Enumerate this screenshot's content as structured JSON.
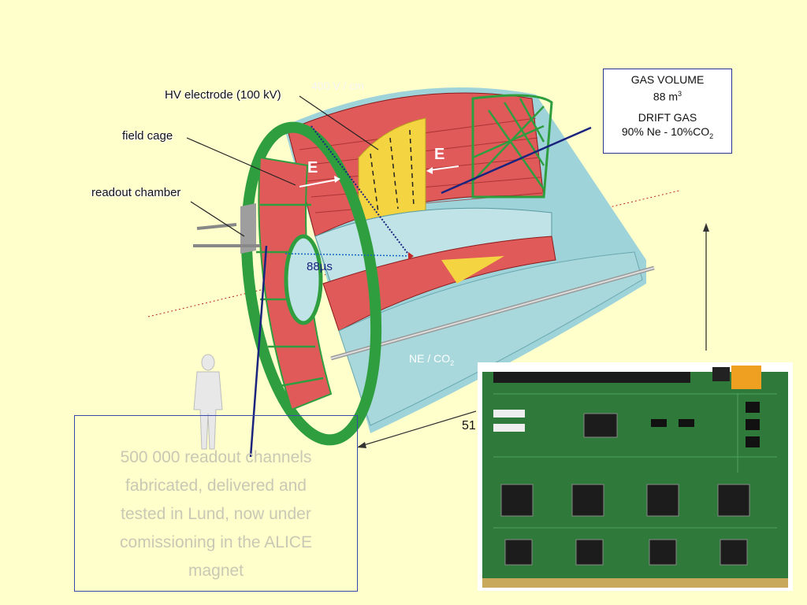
{
  "labels": {
    "hv_electrode": "HV electrode (100 kV)",
    "field_strength": "400 V / cm",
    "field_cage": "field cage",
    "readout_chamber": "readout chamber",
    "e_left": "E",
    "e_right": "E",
    "drift_time": "88µs",
    "gas_mixture": "NE / CO",
    "gas_mixture_sub": "2",
    "dimension": "51"
  },
  "gas_box": {
    "volume_title": "GAS VOLUME",
    "volume_value": "88 m",
    "volume_sup": "3",
    "drift_title": "DRIFT GAS",
    "drift_value": "90% Ne - 10%CO",
    "drift_sub": "2"
  },
  "text_box": {
    "text": "500 000 readout channels\nfabricated, delivered and\ntested  in Lund, now under\ncomissioning in the ALICE\nmagnet"
  },
  "colors": {
    "background": "#FFFFCC",
    "red_sector": "#E05A5A",
    "yellow_electrode": "#F5D442",
    "green_endplate": "#2E9E3E",
    "cyan_vessel": "#A8D8DC",
    "pcb_green": "#2F7A3A",
    "pointer_blue": "#1A237E"
  }
}
